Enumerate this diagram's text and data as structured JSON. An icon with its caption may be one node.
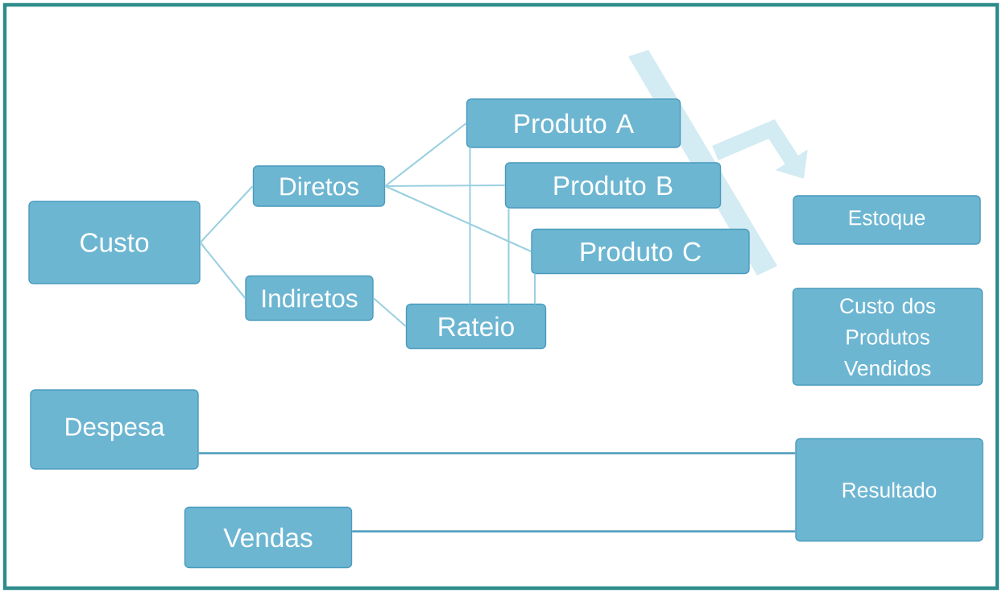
{
  "diagram": {
    "nodes": [
      {
        "text": [
          "Custo"
        ]
      },
      {
        "text": [
          "Diretos"
        ]
      },
      {
        "text": [
          "Indiretos"
        ]
      },
      {
        "text": [
          "Produto A"
        ]
      },
      {
        "text": [
          "Produto B"
        ]
      },
      {
        "text": [
          "Produto C"
        ]
      },
      {
        "text": [
          "Rateio"
        ]
      },
      {
        "text": [
          "Estoque"
        ]
      },
      {
        "text": [
          "Custo dos Produtos Vendidos"
        ]
      },
      {
        "text": [
          "Despesa"
        ]
      },
      {
        "text": [
          "Resultado"
        ]
      },
      {
        "text": [
          "Vendas"
        ]
      }
    ],
    "edges": [
      {
        "from": 0,
        "to": 1,
        "arrow": "none"
      },
      {
        "from": 0,
        "to": 2,
        "arrow": "none"
      },
      {
        "from": 1,
        "to": 3,
        "arrow": "none"
      },
      {
        "from": 1,
        "to": 4,
        "arrow": "none"
      },
      {
        "from": 1,
        "to": 5,
        "arrow": "none"
      },
      {
        "from": 2,
        "to": 6,
        "arrow": "none"
      },
      {
        "from": 6,
        "to": 3,
        "arrow": "none"
      },
      {
        "from": 6,
        "to": 4,
        "arrow": "none"
      },
      {
        "from": 6,
        "to": 5,
        "arrow": "none"
      },
      {
        "from": 9,
        "to": 10,
        "arrow": "none",
        "color": "#4a9bbd"
      },
      {
        "from": 11,
        "to": 10,
        "arrow": "none",
        "color": "#4a9bbd"
      }
    ]
  }
}
